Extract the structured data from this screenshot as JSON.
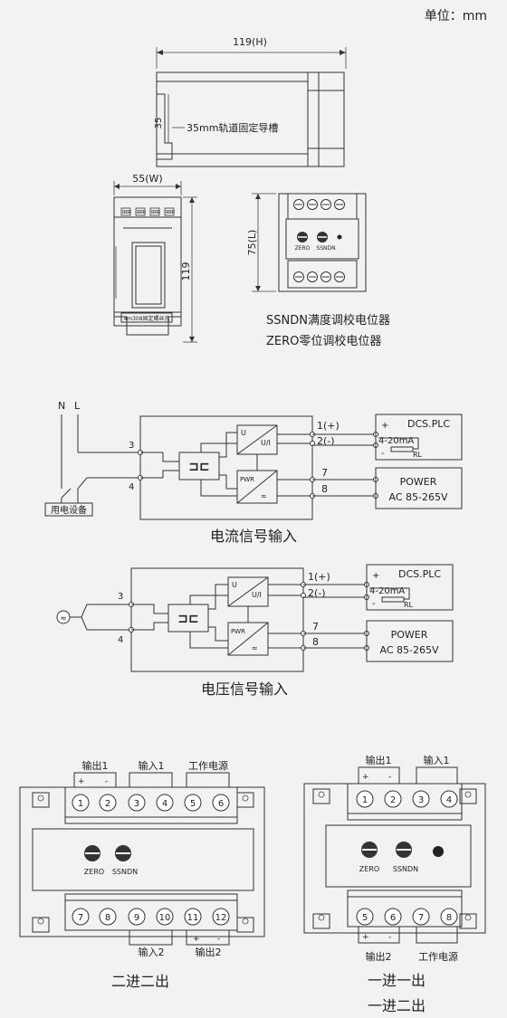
{
  "unit_label": "单位：mm",
  "dims": {
    "top_width": "119(H)",
    "top_height": "35",
    "rail_note": "35mm轨道固定导槽",
    "front_width": "55(W)",
    "front_height": "119",
    "screw_note": "4m308固定螺丝孔",
    "side_height": "75(L)"
  },
  "pots": {
    "zero": "ZERO",
    "ssndn": "SSNDN",
    "ssndn_desc": "SSNDN满度调校电位器",
    "zero_desc": "ZERO零位调校电位器"
  },
  "wiring_current": {
    "title": "电流信号输入",
    "n": "N",
    "l": "L",
    "t3": "3",
    "t4": "4",
    "device": "用电设备",
    "u": "U",
    "ui": "U/I",
    "pwr": "PWR",
    "out1": "1(+)",
    "out2": "2(-)",
    "p7": "7",
    "p8": "8",
    "plus": "+",
    "minus": "-",
    "dcs": "DCS.PLC",
    "ma": "4-20mA",
    "rl": "RL",
    "power": "POWER",
    "ac": "AC 85-265V"
  },
  "wiring_voltage": {
    "title": "电压信号输入",
    "t3": "3",
    "t4": "4",
    "u": "U",
    "ui": "U/I",
    "pwr": "PWR",
    "out1": "1(+)",
    "out2": "2(-)",
    "p7": "7",
    "p8": "8",
    "plus": "+",
    "minus": "-",
    "dcs": "DCS.PLC",
    "ma": "4-20mA",
    "rl": "RL",
    "power": "POWER",
    "ac": "AC 85-265V"
  },
  "terminal_left": {
    "title": "二进二出",
    "top_groups": [
      "输出1",
      "输入1",
      "工作电源"
    ],
    "top_pins": [
      "1",
      "2",
      "3",
      "4",
      "5",
      "6"
    ],
    "bottom_pins": [
      "7",
      "8",
      "9",
      "10",
      "11",
      "12"
    ],
    "bottom_groups": [
      "输入2",
      "输出2"
    ],
    "plus": "+",
    "minus": "-",
    "zero": "ZERO",
    "ssndn": "SSNDN"
  },
  "terminal_right": {
    "title1": "一进一出",
    "title2": "一进二出",
    "top_groups": [
      "输出1",
      "输入1"
    ],
    "top_pins": [
      "1",
      "2",
      "3",
      "4"
    ],
    "bottom_pins": [
      "5",
      "6",
      "7",
      "8"
    ],
    "bottom_groups": [
      "输出2",
      "工作电源"
    ],
    "plus": "+",
    "minus": "-",
    "zero": "ZERO",
    "ssndn": "SSNDN"
  }
}
